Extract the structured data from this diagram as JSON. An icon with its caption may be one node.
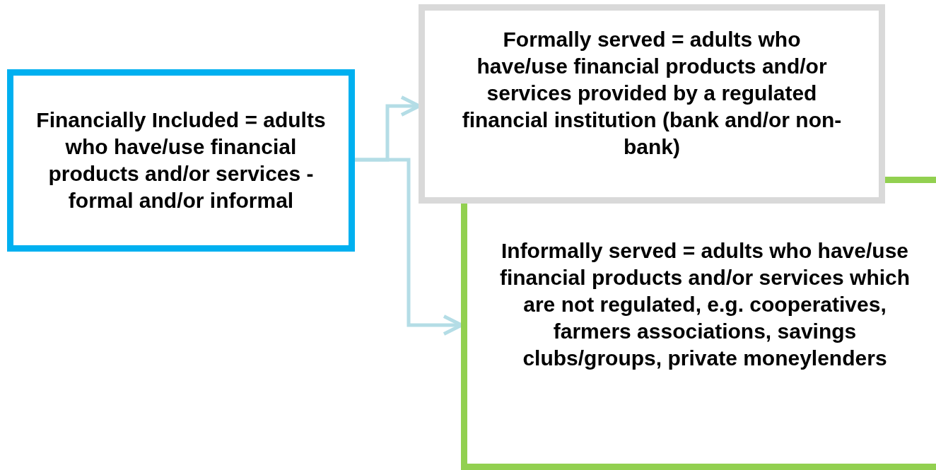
{
  "diagram": {
    "nodes": [
      {
        "text": [
          "Financially Included = adults who have/use financial products and/or services - formal and/or informal"
        ]
      },
      {
        "text": [
          "Formally served = adults who have/use financial products and/or services provided by a regulated financial institution (bank and/or non-bank)"
        ]
      },
      {
        "text": [
          "Informally served = adults who have/use financial products and/or services which are not regulated, e.g. cooperatives, farmers associations, savings clubs/groups, private moneylenders"
        ]
      }
    ],
    "edges": [
      {
        "from": 0,
        "to": 1,
        "arrow": "to"
      },
      {
        "from": 0,
        "to": 2,
        "arrow": "to"
      }
    ]
  }
}
